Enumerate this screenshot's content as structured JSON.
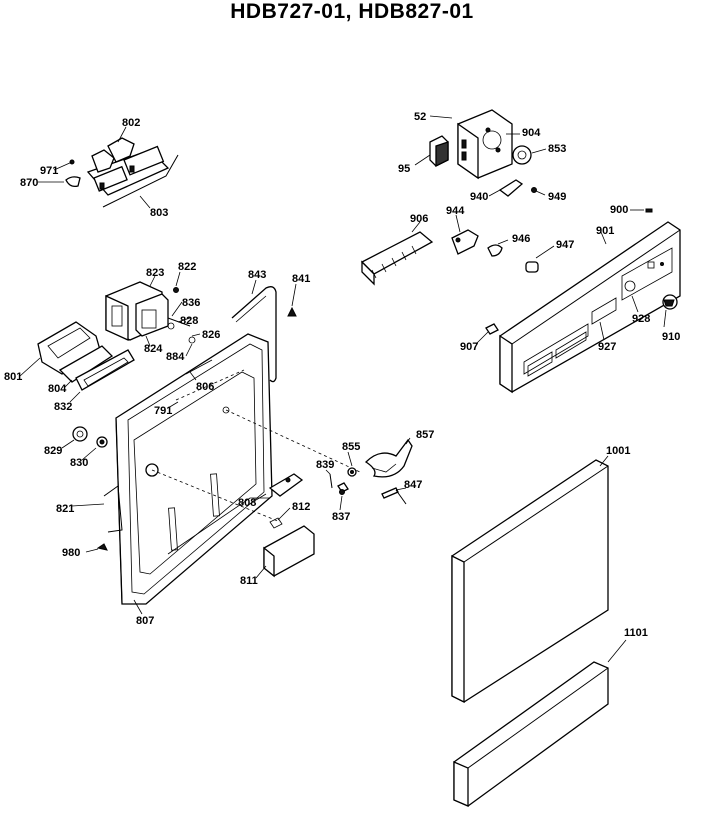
{
  "header": {
    "title": "HDB727-01, HDB827-01"
  },
  "labels": {
    "p52": "52",
    "p904": "904",
    "p95": "95",
    "p853": "853",
    "p940": "940",
    "p949": "949",
    "p802": "802",
    "p971": "971",
    "p870": "870",
    "p803": "803",
    "p906": "906",
    "p944": "944",
    "p946": "946",
    "p947": "947",
    "p900": "900",
    "p901": "901",
    "p823": "823",
    "p822": "822",
    "p836": "836",
    "p828a": "828",
    "p826": "826",
    "p824": "824",
    "p884": "884",
    "p843": "843",
    "p841": "841",
    "p801": "801",
    "p804": "804",
    "p832": "832",
    "p806": "806",
    "p791": "791",
    "p907": "907",
    "p927": "927",
    "p928": "928",
    "p910": "910",
    "p829": "829",
    "p830": "830",
    "p855": "855",
    "p857": "857",
    "p839": "839",
    "p847": "847",
    "p837": "837",
    "p821": "821",
    "p808": "808",
    "p812": "812",
    "p980": "980",
    "p811": "811",
    "p807": "807",
    "p1001": "1001",
    "p1101": "1101"
  }
}
